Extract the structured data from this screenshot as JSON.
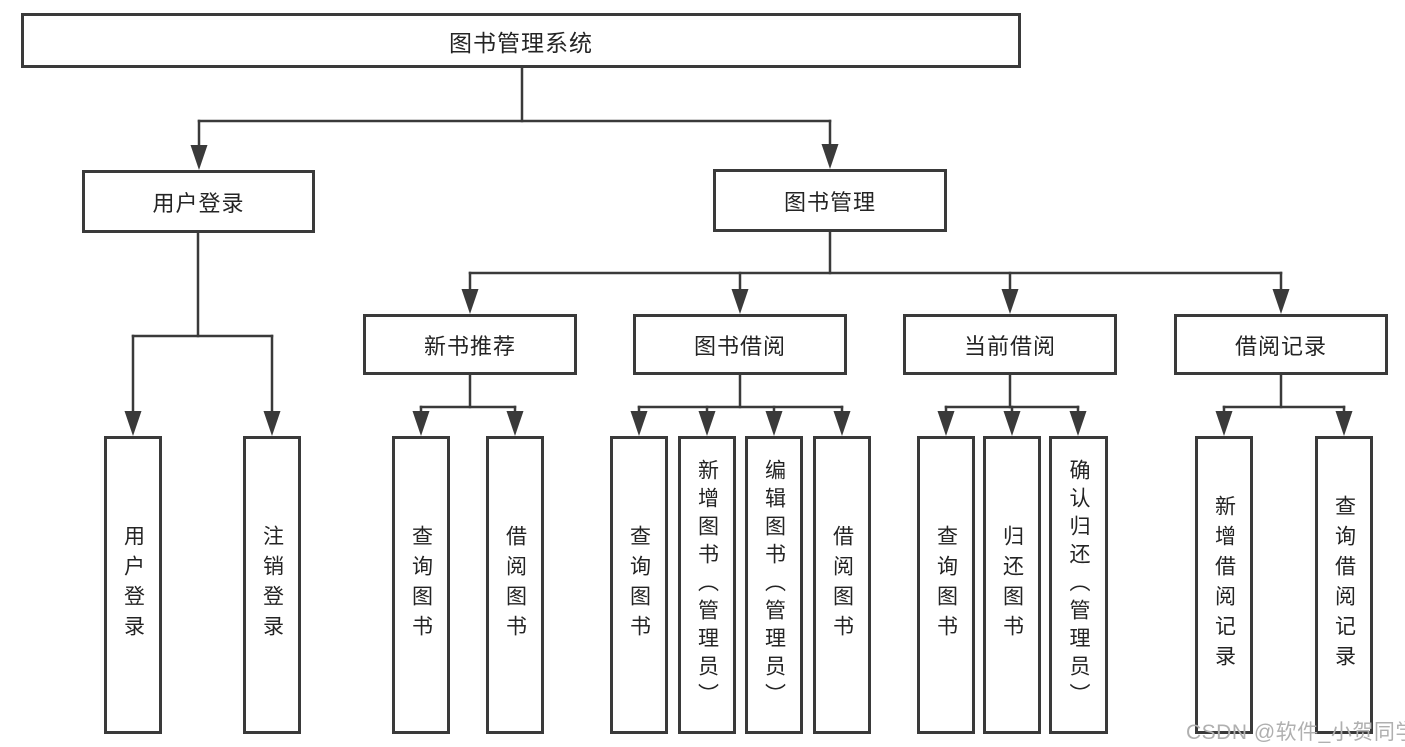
{
  "diagram": {
    "root": {
      "label": "图书管理系统",
      "children": [
        {
          "label": "用户登录",
          "children": [
            {
              "label": "用户登录"
            },
            {
              "label": "注销登录"
            }
          ]
        },
        {
          "label": "图书管理",
          "children": [
            {
              "label": "新书推荐",
              "children": [
                {
                  "label": "查询图书"
                },
                {
                  "label": "借阅图书"
                }
              ]
            },
            {
              "label": "图书借阅",
              "children": [
                {
                  "label": "查询图书"
                },
                {
                  "label": "新增图书（管理员）"
                },
                {
                  "label": "编辑图书（管理员）"
                },
                {
                  "label": "借阅图书"
                }
              ]
            },
            {
              "label": "当前借阅",
              "children": [
                {
                  "label": "查询图书"
                },
                {
                  "label": "归还图书"
                },
                {
                  "label": "确认归还（管理员）"
                }
              ]
            },
            {
              "label": "借阅记录",
              "children": [
                {
                  "label": "新增借阅记录"
                },
                {
                  "label": "查询借阅记录"
                }
              ]
            }
          ]
        }
      ]
    },
    "watermark": "CSDN @软件_小贺同学",
    "colors": {
      "line": "#3a3a3a",
      "box_border": "#3a3a3a",
      "text": "#242424",
      "watermark": "#b0b0b0",
      "background": "#ffffff"
    }
  }
}
